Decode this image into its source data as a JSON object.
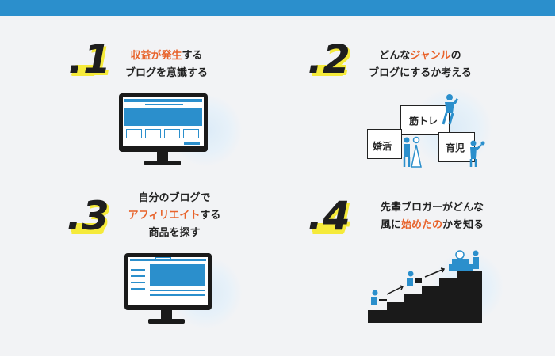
{
  "items": [
    {
      "number": ".1",
      "line1": [
        {
          "t": "収益が発生",
          "hl": true
        },
        {
          "t": "する",
          "hl": false
        }
      ],
      "line2": [
        {
          "t": "ブログを意識する",
          "hl": false
        }
      ]
    },
    {
      "number": ".2",
      "line1": [
        {
          "t": "どんな",
          "hl": false
        },
        {
          "t": "ジャンル",
          "hl": true
        },
        {
          "t": "の",
          "hl": false
        }
      ],
      "line2": [
        {
          "t": "ブログにするか考える",
          "hl": false
        }
      ]
    },
    {
      "number": ".3",
      "line1": [
        {
          "t": "自分のブログで",
          "hl": false
        }
      ],
      "line2": [
        {
          "t": "アフィリエイト",
          "hl": true
        },
        {
          "t": "する",
          "hl": false
        }
      ],
      "line3": [
        {
          "t": "商品を探す",
          "hl": false
        }
      ]
    },
    {
      "number": ".4",
      "line1": [
        {
          "t": "先輩ブロガーがどんな",
          "hl": false
        }
      ],
      "line2": [
        {
          "t": "風に",
          "hl": false
        },
        {
          "t": "始めたの",
          "hl": true
        },
        {
          "t": "かを知る",
          "hl": false
        }
      ]
    }
  ],
  "genres": {
    "fitness": "筋トレ",
    "marriage": "婚活",
    "parenting": "育児"
  },
  "colors": {
    "accent": "#e8632b",
    "brand_blue": "#2b8fcc",
    "marker": "#f5ea3a"
  }
}
